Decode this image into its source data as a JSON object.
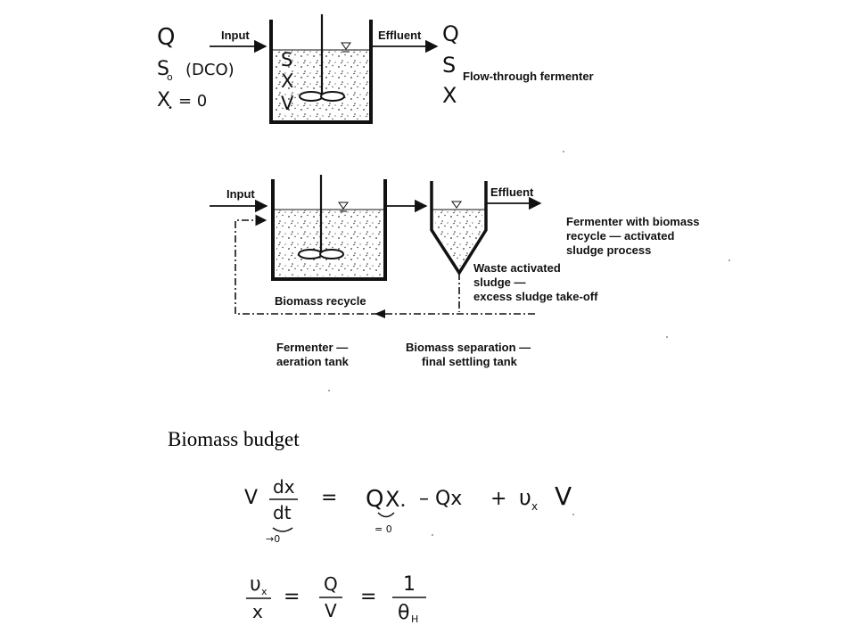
{
  "diagram1": {
    "left_vars": [
      "Q",
      "S",
      "(DCO)",
      "X",
      "= 0"
    ],
    "input_label": "Input",
    "effluent_label": "Effluent",
    "tank_vars": [
      "S",
      "X",
      "V"
    ],
    "right_vars": [
      "Q",
      "S",
      "X"
    ],
    "caption": "Flow-through fermenter"
  },
  "diagram2": {
    "input_label": "Input",
    "effluent_label": "Effluent",
    "caption_lines": [
      "Fermenter with biomass",
      "recycle — activated",
      "sludge process"
    ],
    "waste_lines": [
      "Waste activated",
      "sludge —",
      "excess sludge take-off"
    ],
    "recycle_label": "Biomass recycle",
    "aeration_lines": [
      "Fermenter —",
      "aeration tank"
    ],
    "settling_lines": [
      "Biomass separation —",
      "final settling tank"
    ]
  },
  "title": "Biomass budget",
  "equation1": {
    "lhs_V": "V",
    "d_x": "dx",
    "d_t": "dt",
    "arrow_zero": "→0",
    "eq": "=",
    "term_Q": "Q",
    "term_X0": "X",
    "eq_zero": "= 0",
    "minus_Qx": "– Qx",
    "plus": "+",
    "rx": "υ",
    "rx_sub": "x",
    "rhs_V": "V"
  },
  "equation2": {
    "num_r": "υ",
    "num_sub": "x",
    "den_x": "x",
    "eq1": "=",
    "num_Q": "Q",
    "den_V": "V",
    "eq2": "=",
    "num_1": "1",
    "den_theta": "θ",
    "den_H": "H"
  }
}
